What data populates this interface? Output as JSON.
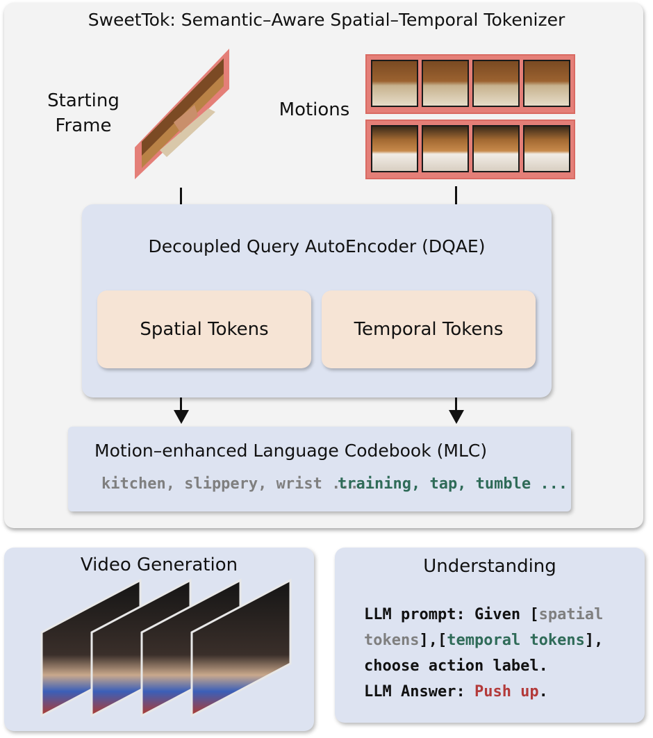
{
  "title": "SweetTok: Semantic–Aware Spatial–Temporal Tokenizer",
  "inputs": {
    "starting_frame_label_line1": "Starting",
    "starting_frame_label_line2": "Frame",
    "motions_label": "Motions"
  },
  "encoder": {
    "title": "Decoupled Query AutoEncoder (DQAE)",
    "spatial_tokens": "Spatial Tokens",
    "temporal_tokens": "Temporal Tokens"
  },
  "codebook": {
    "title": "Motion–enhanced Language Codebook (MLC)",
    "spatial_words": "kitchen, slippery, wrist ...",
    "temporal_words": "training, tap, tumble ..."
  },
  "generation": {
    "title": "Video Generation"
  },
  "understanding": {
    "title": "Understanding",
    "prompt_prefix": "LLM prompt: Given [",
    "spatial_ref": "spatial",
    "spatial_ref_2": "tokens",
    "mid": "],[",
    "temporal_ref": "temporal tokens",
    "suffix": "],",
    "line3": "choose action label.",
    "answer_prefix": "LLM Answer: ",
    "answer": "Push up",
    "answer_end": "."
  },
  "colors": {
    "spatial_word": "#7f7f7f",
    "temporal_word": "#2f6b58",
    "answer": "#b33a3a",
    "frame_border": "#e47f78",
    "panel": "#dde3f1",
    "token_box": "#f6e4d5"
  }
}
